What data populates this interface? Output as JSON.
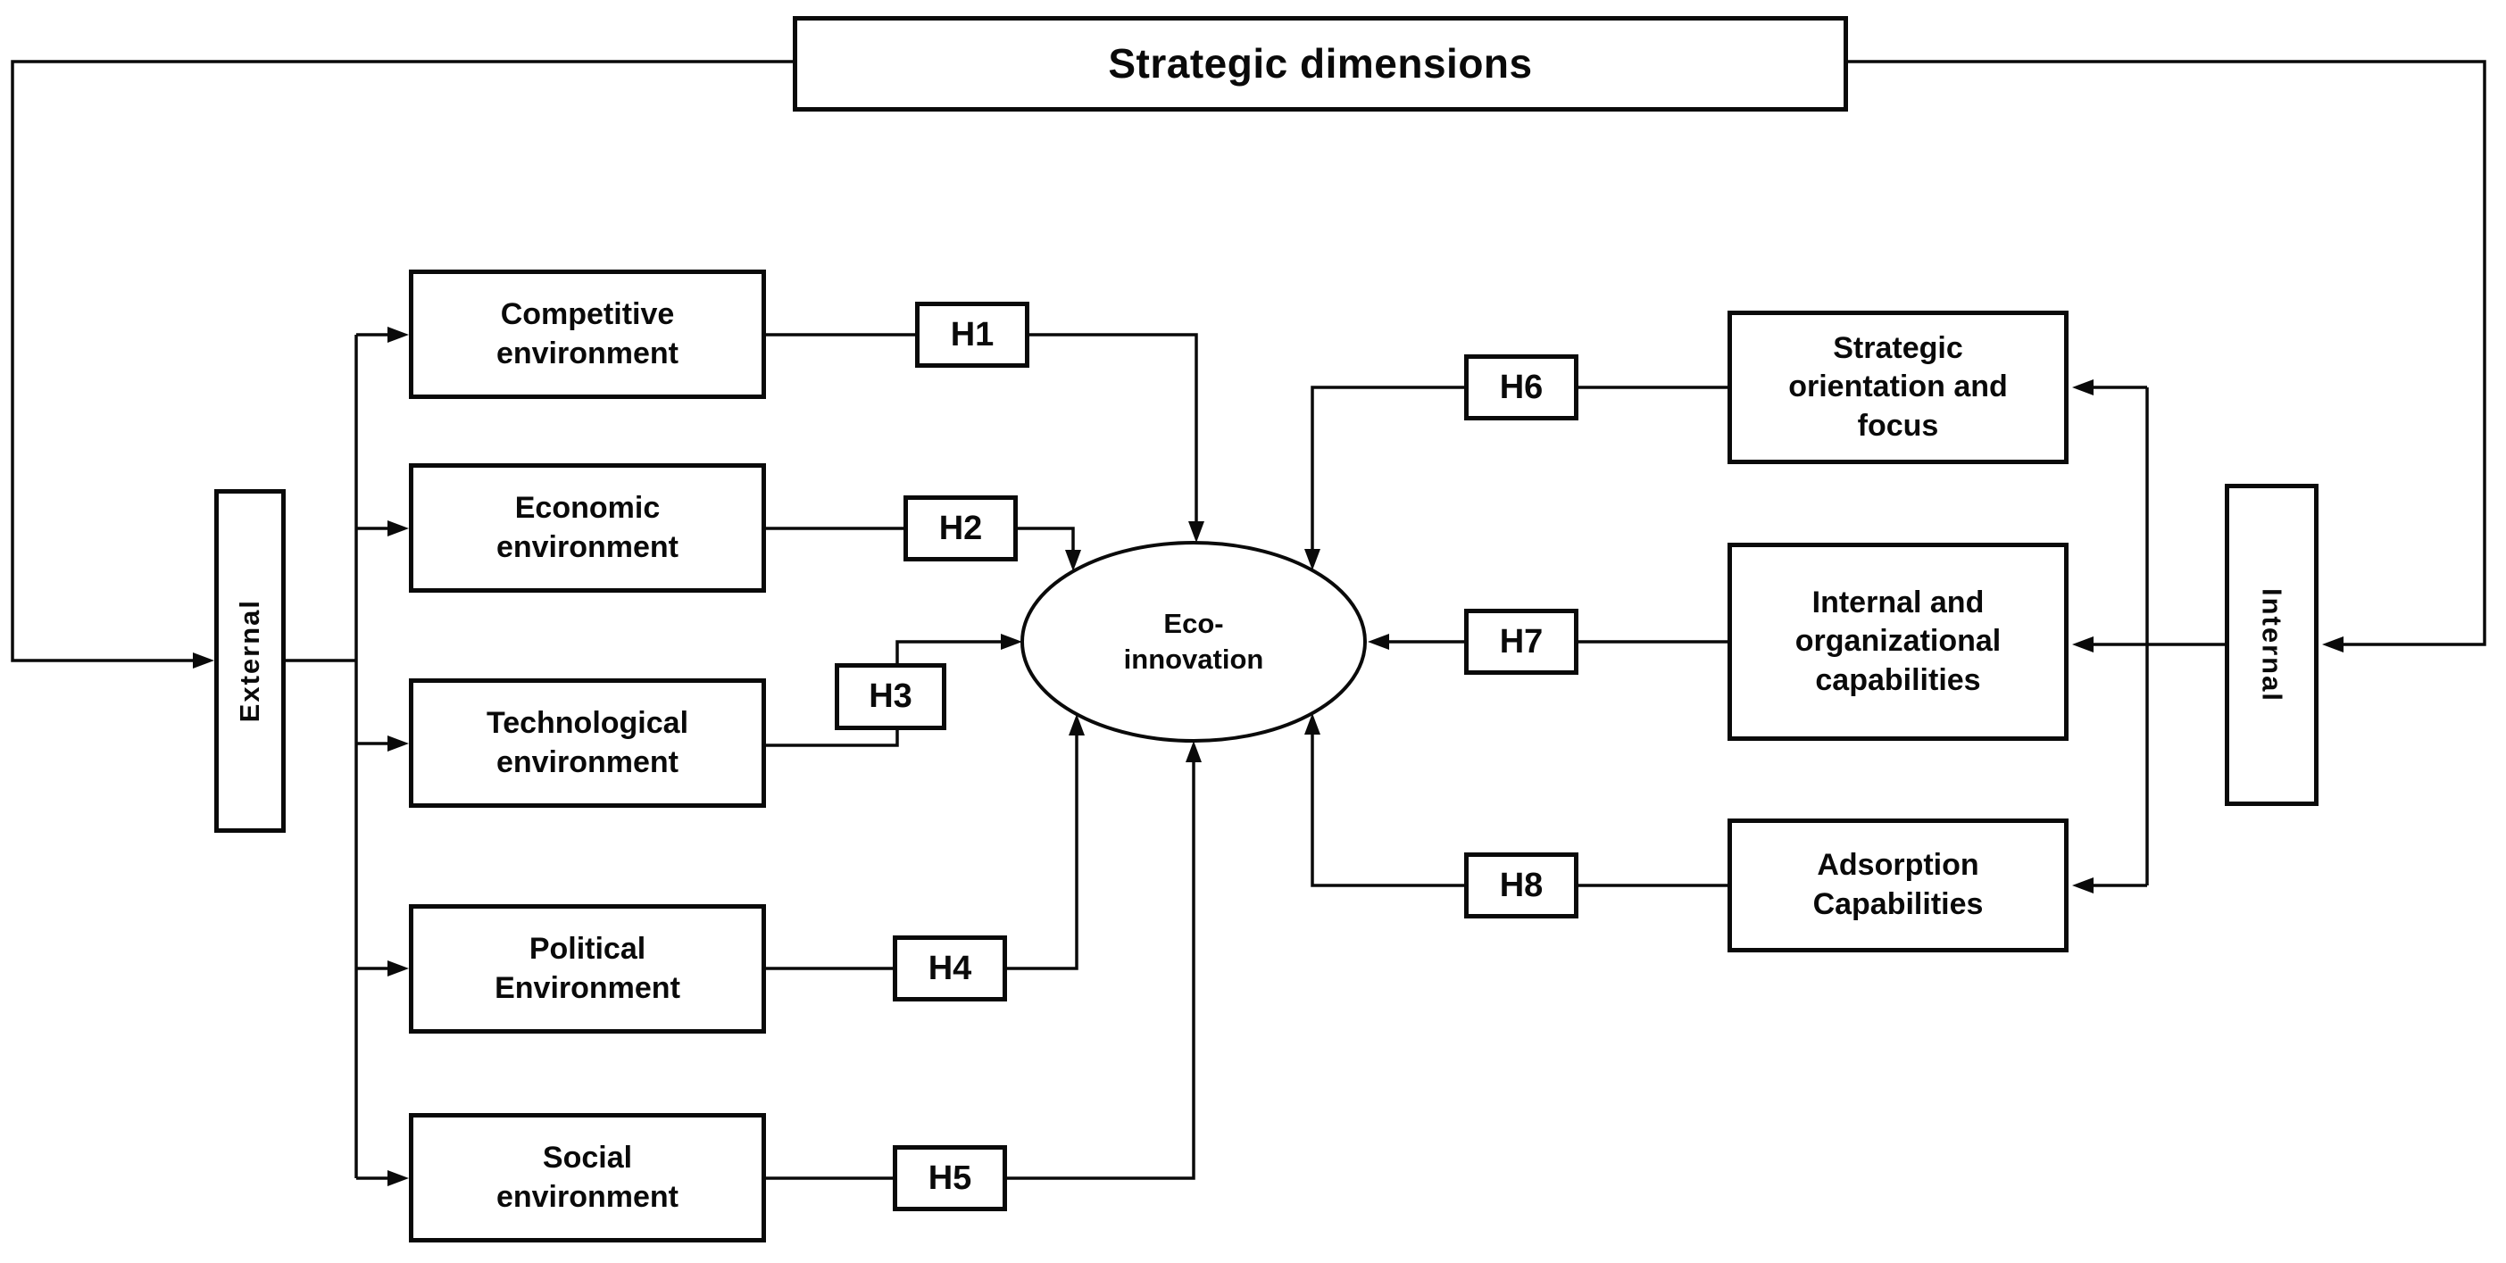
{
  "title": {
    "label": "Strategic dimensions"
  },
  "side_groups": {
    "external": {
      "label": "External"
    },
    "internal": {
      "label": "Internal"
    }
  },
  "center": {
    "label": "Eco-\ninnovation"
  },
  "left_boxes": [
    {
      "id": "competitive",
      "label": "Competitive\nenvironment"
    },
    {
      "id": "economic",
      "label": "Economic\nenvironment"
    },
    {
      "id": "technological",
      "label": "Technological\nenvironment"
    },
    {
      "id": "political",
      "label": "Political\nEnvironment"
    },
    {
      "id": "social",
      "label": "Social\nenvironment"
    }
  ],
  "right_boxes": [
    {
      "id": "strategic-orientation",
      "label": "Strategic\norientation and\nfocus"
    },
    {
      "id": "internal-organizational",
      "label": "Internal and\norganizational\ncapabilities"
    },
    {
      "id": "adsorption",
      "label": "Adsorption\nCapabilities"
    }
  ],
  "hypotheses": [
    {
      "id": "H1",
      "label": "H1"
    },
    {
      "id": "H2",
      "label": "H2"
    },
    {
      "id": "H3",
      "label": "H3"
    },
    {
      "id": "H4",
      "label": "H4"
    },
    {
      "id": "H5",
      "label": "H5"
    },
    {
      "id": "H6",
      "label": "H6"
    },
    {
      "id": "H7",
      "label": "H7"
    },
    {
      "id": "H8",
      "label": "H8"
    }
  ],
  "colors": {
    "background": "#ffffff",
    "line": "#0a0a0a",
    "box_fill": "#ffffff",
    "text": "#0a0a0a"
  }
}
